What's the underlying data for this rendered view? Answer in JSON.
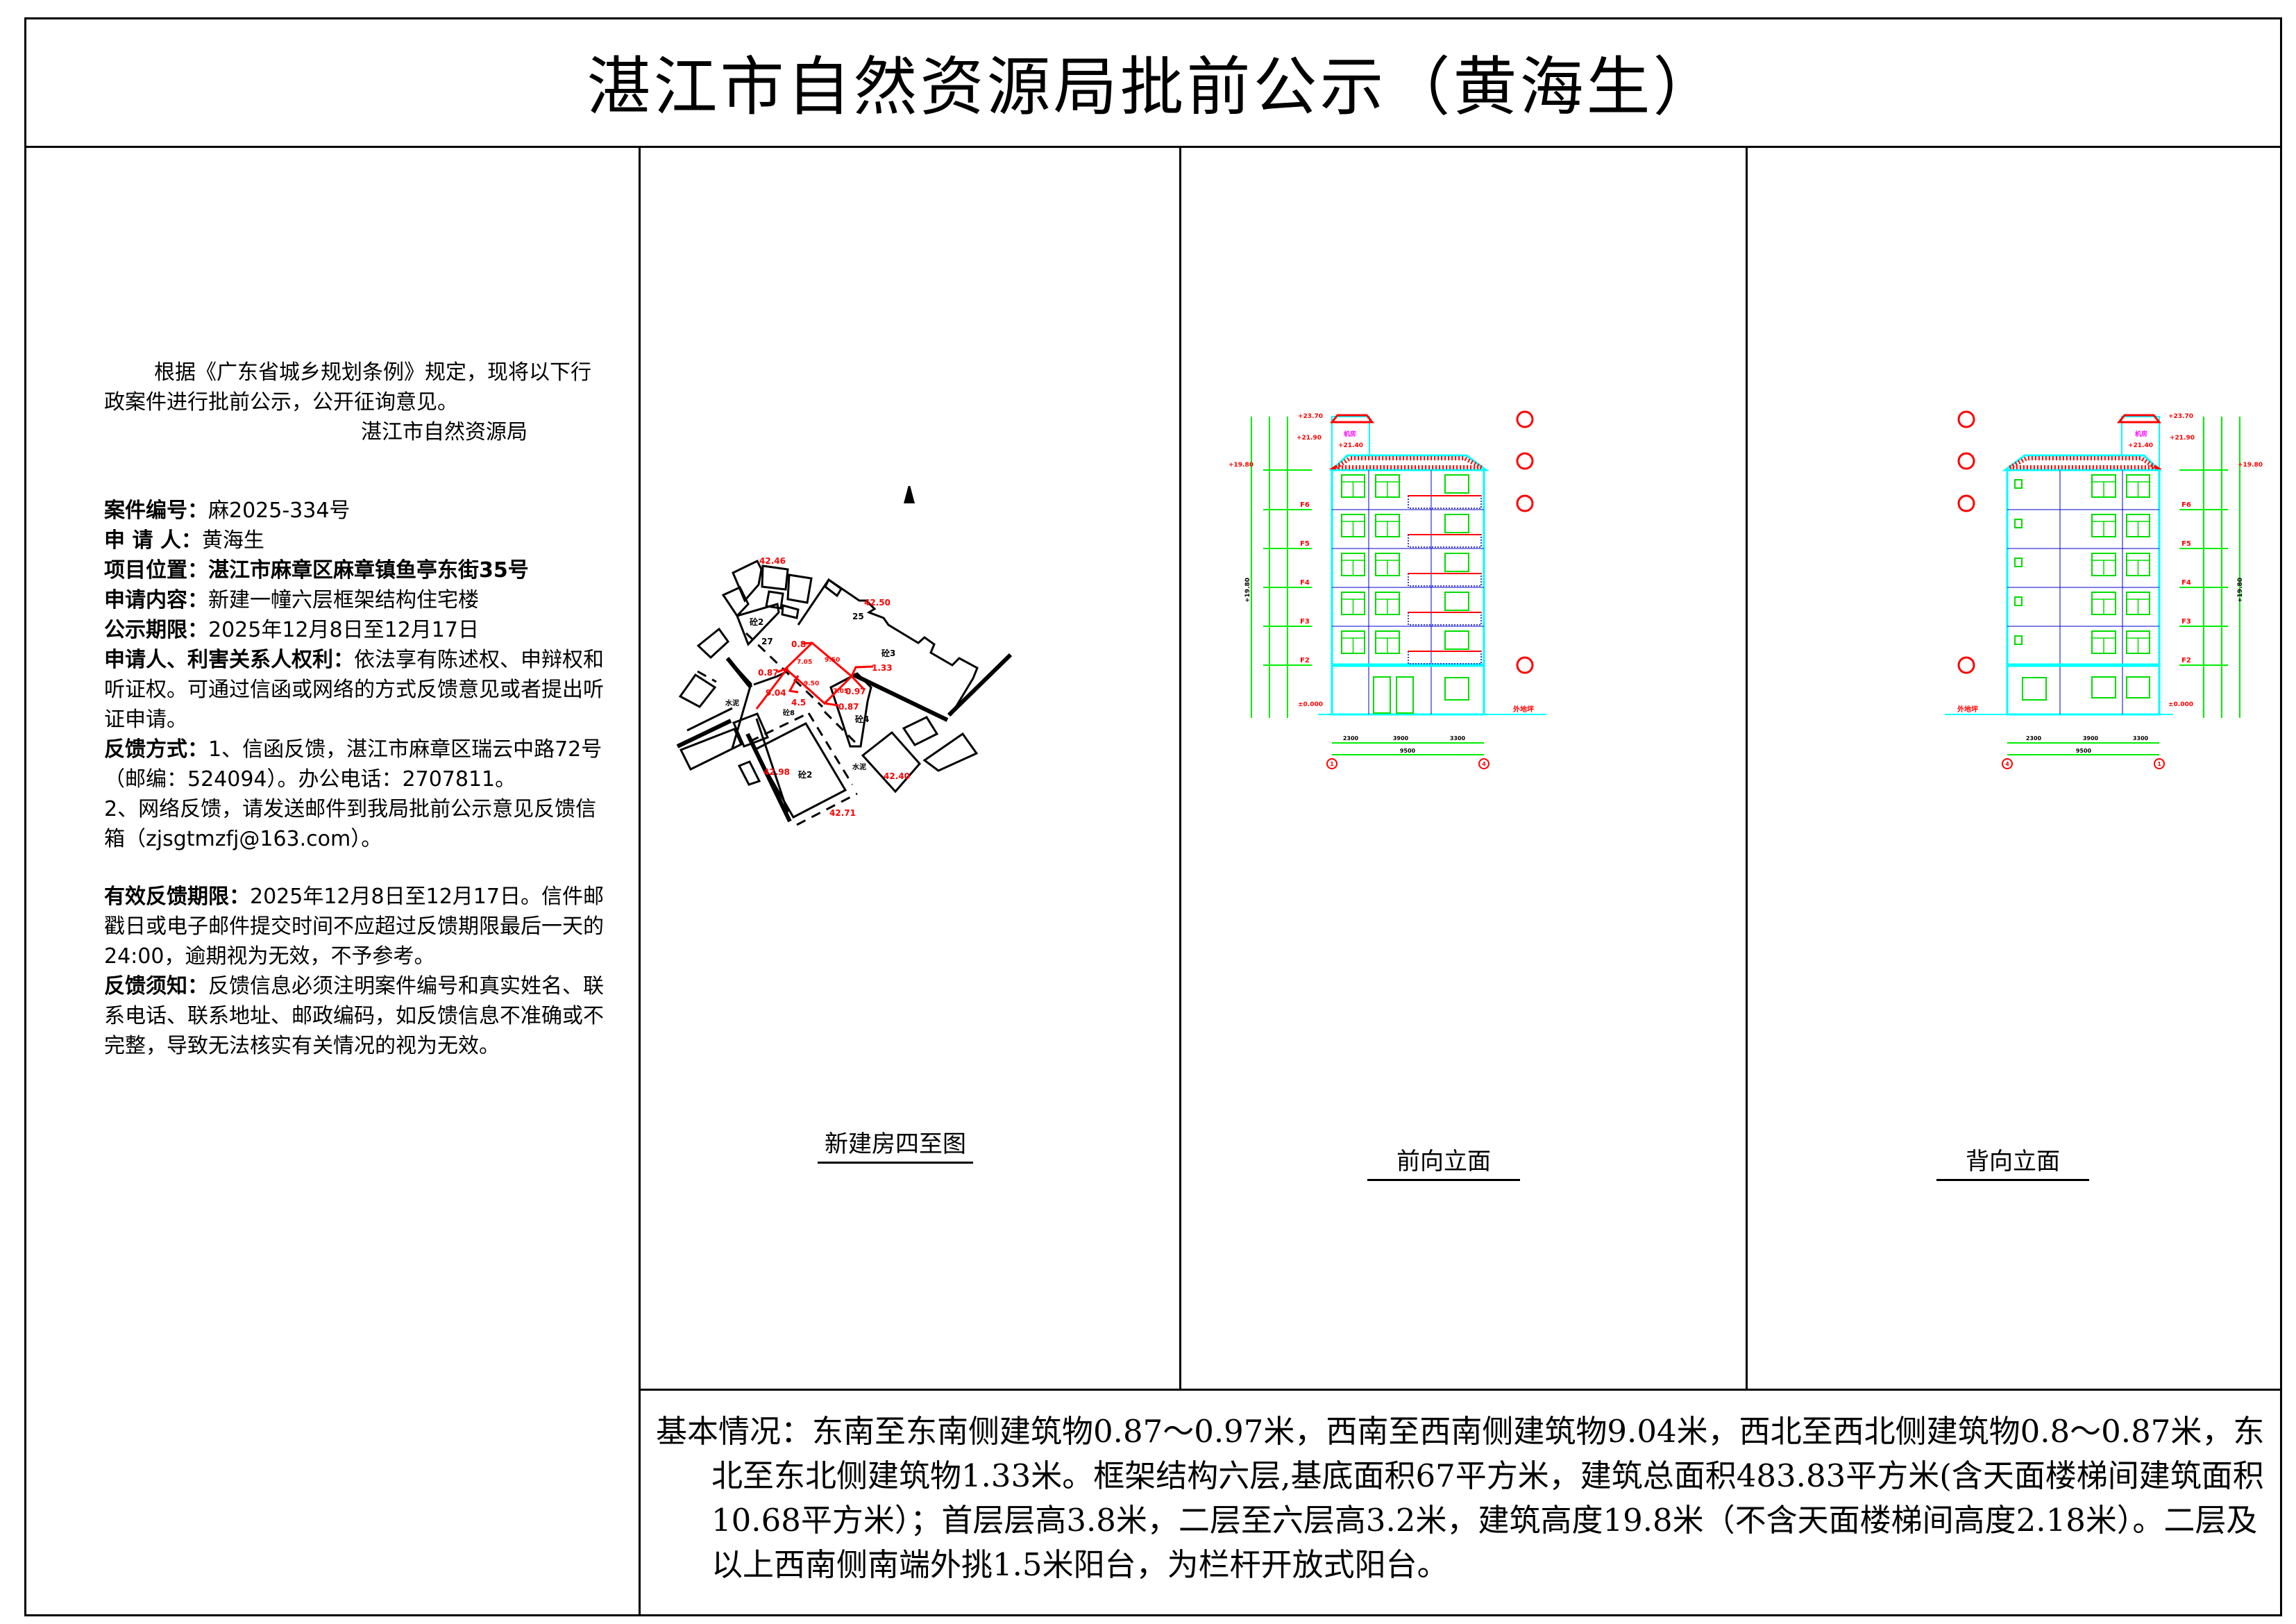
{
  "title": "湛江市自然资源局批前公示（黄海生）",
  "notice": {
    "intro": "根据《广东省城乡规划条例》规定，现将以下行政案件进行批前公示，公开征询意见。",
    "issuer": "湛江市自然资源局",
    "case_no_label": "案件编号：",
    "case_no": "麻2025-334号",
    "applicant_label": "申 请 人：",
    "applicant": "黄海生",
    "location_label": "项目位置：",
    "location": "湛江市麻章区麻章镇鱼亭东街35号",
    "content_label": "申请内容：",
    "content": "新建一幢六层框架结构住宅楼",
    "period_label": "公示期限：",
    "period": "2025年12月8日至12月17日",
    "rights_label": "申请人、利害关系人权利：",
    "rights": "依法享有陈述权、申辩权和听证权。可通过信函或网络的方式反馈意见或者提出听证申请。",
    "feedback_label": "反馈方式：",
    "feedback_1": "1、信函反馈，湛江市麻章区瑞云中路72号（邮编：524094）。办公电话：2707811。",
    "feedback_2": "2、网络反馈，请发送邮件到我局批前公示意见反馈信箱（zjsgtmzfj@163.com）。",
    "valid_label": "有效反馈期限：",
    "valid": "2025年12月8日至12月17日。信件邮戳日或电子邮件提交时间不应超过反馈期限最后一天的24:00，逾期视为无效，不予参考。",
    "notes_label": "反馈须知：",
    "notes": "反馈信息必须注明案件编号和真实姓名、联系电话、联系地址、邮政编码，如反馈信息不准确或不完整，导致无法核实有关情况的视为无效。"
  },
  "captions": {
    "site_plan": "新建房四至图",
    "front": "前向立面",
    "back": "背向立面"
  },
  "site_plan": {
    "north": "北",
    "labels": [
      "42.46",
      "42.50",
      "0.8",
      "0.87",
      "9.04",
      "1.33",
      "0.97",
      "0.87",
      "7.05",
      "9.50",
      "9.50",
      "7.05",
      "4.5",
      "42.98",
      "42.40",
      "42.71",
      "25",
      "27",
      "砼2",
      "砼3",
      "砼4",
      "砼2",
      "砼8",
      "水泥",
      "水泥"
    ]
  },
  "elevation": {
    "levels": [
      "+23.70",
      "+21.90",
      "+21.40",
      "+19.80",
      "±0.000"
    ],
    "floors": [
      "F6",
      "F5",
      "F4",
      "F3",
      "F2"
    ],
    "room": "机房",
    "ground": "外地坪",
    "dims": [
      "2300",
      "3900",
      "3300"
    ],
    "total": "9500",
    "axis_left": "1",
    "axis_right": "4",
    "back_dims": [
      "3300",
      "3900",
      "2300"
    ],
    "back_axis_left": "4",
    "back_axis_right": "1",
    "height_total": "+19.80",
    "colors": {
      "wall": "#00ffff",
      "window": "#00dd00",
      "roof": "#ff0000",
      "note": "#ff00ff",
      "grid": "#0000cc"
    }
  },
  "basic": {
    "label": "基本情况：",
    "text": "东南至东南侧建筑物0.87～0.97米，西南至西南侧建筑物9.04米，西北至西北侧建筑物0.8～0.87米，东北至东北侧建筑物1.33米。框架结构六层,基底面积67平方米，建筑总面积483.83平方米(含天面楼梯间建筑面积10.68平方米）；首层层高3.8米，二层至六层高3.2米，建筑高度19.8米（不含天面楼梯间高度2.18米）。二层及以上西南侧南端外挑1.5米阳台，为栏杆开放式阳台。"
  }
}
